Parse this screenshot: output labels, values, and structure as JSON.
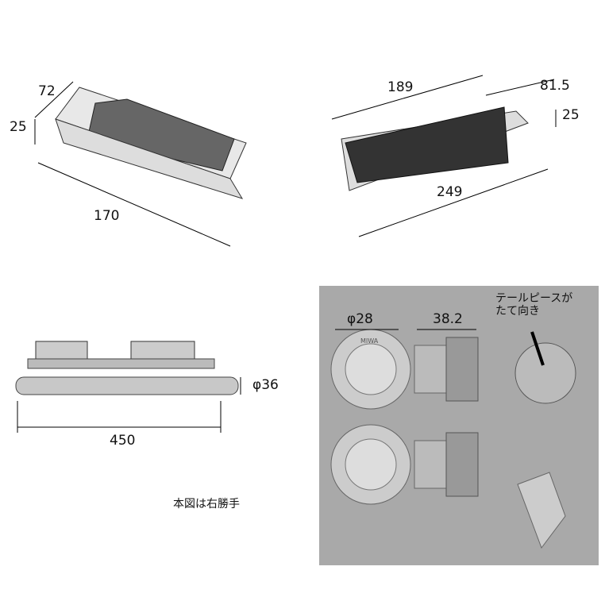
{
  "lock_body_1": {
    "width": "72",
    "thickness": "25",
    "length": "170"
  },
  "lock_body_2": {
    "width": "189",
    "depth": "81.5",
    "thickness": "25",
    "length": "249"
  },
  "handle": {
    "diameter": "φ36",
    "length": "450",
    "note": "本図は右勝手"
  },
  "cylinder": {
    "diameter": "φ28",
    "length": "38.2",
    "annotation": "テールピースが\nたて向き",
    "brand": "MIWA"
  }
}
